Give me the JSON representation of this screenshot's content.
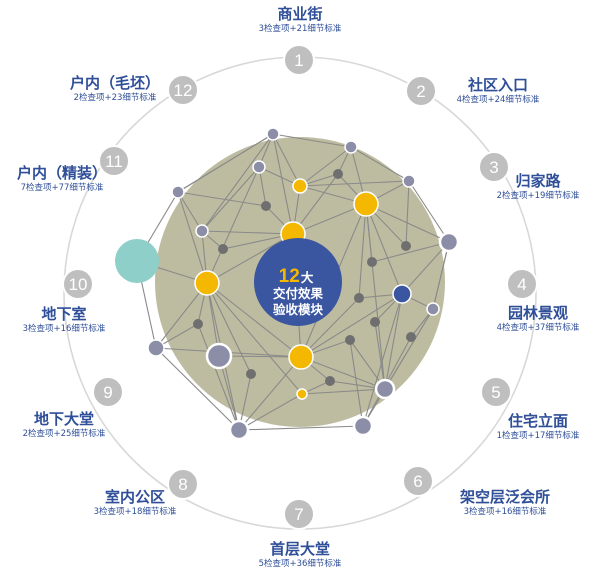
{
  "center": {
    "number": "12",
    "suffix": "大",
    "line2": "交付效果",
    "line3": "验收模块"
  },
  "modules": [
    {
      "num": "1",
      "title": "商业街",
      "sub": "3检查项+21细节标准"
    },
    {
      "num": "2",
      "title": "社区入口",
      "sub": "4检查项+24细节标准"
    },
    {
      "num": "3",
      "title": "归家路",
      "sub": "2检查项+19细节标准"
    },
    {
      "num": "4",
      "title": "园林景观",
      "sub": "4检查项+37细节标准"
    },
    {
      "num": "5",
      "title": "住宅立面",
      "sub": "1检查项+17细节标准"
    },
    {
      "num": "6",
      "title": "架空层泛会所",
      "sub": "3检查项+16细节标准"
    },
    {
      "num": "7",
      "title": "首层大堂",
      "sub": "5检查项+36细节标准"
    },
    {
      "num": "8",
      "title": "室内公区",
      "sub": "3检查项+18细节标准"
    },
    {
      "num": "9",
      "title": "地下大堂",
      "sub": "2检查项+25细节标准"
    },
    {
      "num": "10",
      "title": "地下室",
      "sub": "3检查项+16细节标准"
    },
    {
      "num": "11",
      "title": "户内（精装）",
      "sub": "7检查项+77细节标准"
    },
    {
      "num": "12",
      "title": "户内（毛坯）",
      "sub": "2检查项+23细节标准"
    }
  ],
  "colors": {
    "ring": "#d8d8d8",
    "badge": "#bfbfbf",
    "label": "#2f4f98",
    "olive_area": "#b3b08f",
    "center_node": "#3a56a0",
    "gold_node": "#f5b800",
    "grey_node": "#8c8ea8",
    "dark_dot": "#6f6f6f",
    "teal_node": "#8fcfca"
  }
}
